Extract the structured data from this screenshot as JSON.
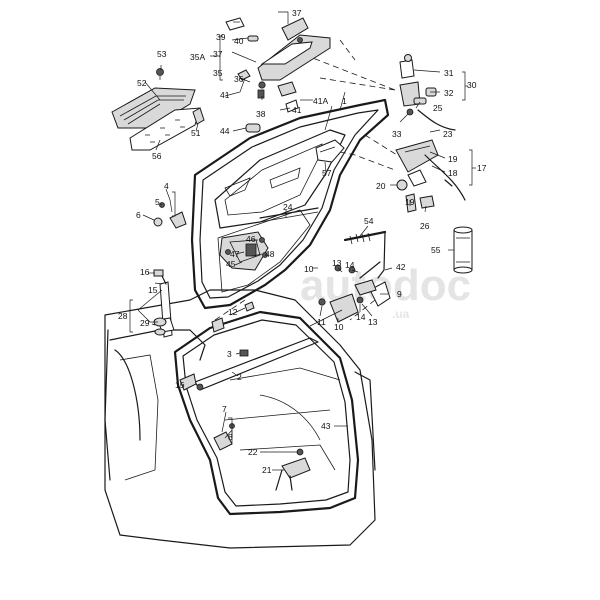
{
  "labels": {
    "l1": "1",
    "l2": "2",
    "l3": "3",
    "l4": "4",
    "l5": "5",
    "l6": "6",
    "l7": "7",
    "l8": "8",
    "l9": "9",
    "l10": "10",
    "l11": "11",
    "l12": "12",
    "l13": "13",
    "l13b": "13",
    "l14": "14",
    "l14b": "14",
    "l15": "15",
    "l15b": "15",
    "l16": "16",
    "l17": "17",
    "l18": "18",
    "l19": "19",
    "l20": "20",
    "l21": "21",
    "l22": "22",
    "l23": "23",
    "l24": "24",
    "l25": "25",
    "l26": "26",
    "l28": "28",
    "l29": "29",
    "l30": "30",
    "l31": "31",
    "l32": "32",
    "l33": "33",
    "l35": "35",
    "l35a": "35A",
    "l36": "36",
    "l37": "37",
    "l37b": "37",
    "l38": "38",
    "l39": "39",
    "l40": "40",
    "l41": "41",
    "l41b": "41",
    "l41a": "41A",
    "l42": "42",
    "l43": "43",
    "l44": "44",
    "l45": "45",
    "l46": "46",
    "l47": "47",
    "l48": "48",
    "l51": "51",
    "l52": "52",
    "l53": "53",
    "l54": "54",
    "l55": "55",
    "l56": "56",
    "l57": "57"
  },
  "watermark": {
    "brand": "autodoc",
    "domain": ".ua"
  }
}
